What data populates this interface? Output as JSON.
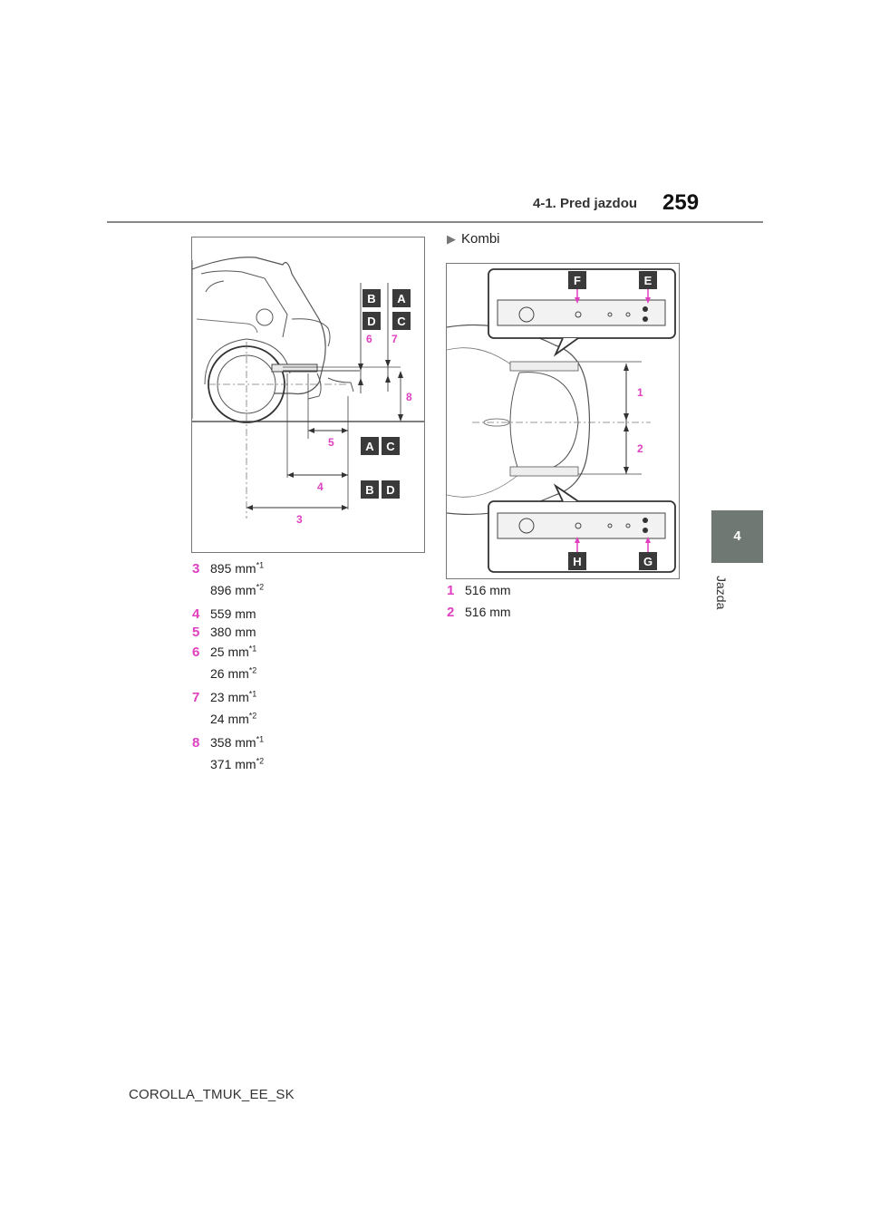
{
  "header": {
    "section": "4-1. Pred jazdou",
    "page_number": "259"
  },
  "side_tab": {
    "number": "4",
    "label": "Jazda"
  },
  "right_figure_caption": "Kombi",
  "left_figure": {
    "badges": [
      "A",
      "B",
      "C",
      "D"
    ],
    "dimension_numbers": [
      "3",
      "4",
      "5",
      "6",
      "7",
      "8"
    ]
  },
  "right_figure": {
    "badges": [
      "E",
      "F",
      "G",
      "H"
    ],
    "dimension_numbers": [
      "1",
      "2"
    ]
  },
  "specs_left": [
    {
      "num": "3",
      "value": "895 mm",
      "sup": "*1"
    },
    {
      "num": "",
      "value": "896 mm",
      "sup": "*2"
    },
    {
      "num": "4",
      "value": "559 mm",
      "sup": ""
    },
    {
      "num": "5",
      "value": "380 mm",
      "sup": ""
    },
    {
      "num": "6",
      "value": "25 mm",
      "sup": "*1"
    },
    {
      "num": "",
      "value": "26 mm",
      "sup": "*2"
    },
    {
      "num": "7",
      "value": "23 mm",
      "sup": "*1"
    },
    {
      "num": "",
      "value": "24 mm",
      "sup": "*2"
    },
    {
      "num": "8",
      "value": "358 mm",
      "sup": "*1"
    },
    {
      "num": "",
      "value": "371 mm",
      "sup": "*2"
    }
  ],
  "specs_right": [
    {
      "num": "1",
      "value": "516 mm",
      "sup": ""
    },
    {
      "num": "2",
      "value": "516 mm",
      "sup": ""
    }
  ],
  "footer": {
    "doc_code": "COROLLA_TMUK_EE_SK"
  },
  "colors": {
    "accent_pink": "#e040c0",
    "badge_dark": "#3a3a3a",
    "tab_gray": "#6f7873"
  }
}
